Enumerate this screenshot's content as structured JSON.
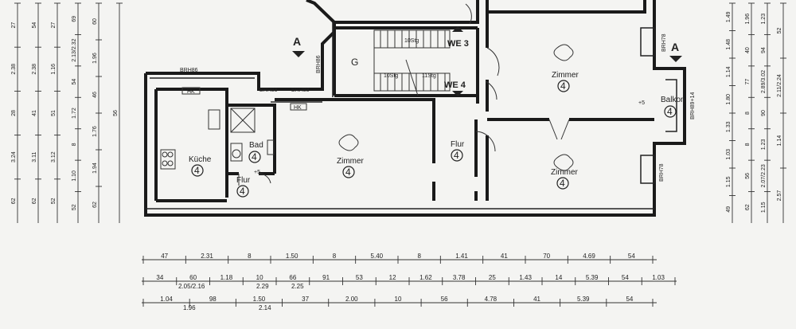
{
  "rooms": {
    "kueche": {
      "label": "Küche",
      "num": "4"
    },
    "bad": {
      "label": "Bad",
      "num": "4"
    },
    "flur_left": {
      "label": "Flur",
      "num": "4"
    },
    "zimmer_main": {
      "label": "Zimmer",
      "num": "4"
    },
    "flur_mid": {
      "label": "Flur",
      "num": "4"
    },
    "zimmer_top_right": {
      "label": "Zimmer",
      "num": "4"
    },
    "zimmer_bottom_right": {
      "label": "Zimmer",
      "num": "4"
    },
    "balkon": {
      "label": "Balkon",
      "num": "4"
    },
    "stair": {
      "label": "G"
    }
  },
  "unit_labels": {
    "we3": "WE 3",
    "we4": "WE 4"
  },
  "section_marks": {
    "left": "A",
    "right": "A"
  },
  "annotations": {
    "brh86_top": "BRH86",
    "brh86_vert": "BRH86",
    "brh88_a": "BRH88",
    "brh88_b": "BRH88",
    "brh78_top": "BRH78",
    "brh78_bottom": "BRH78",
    "brh89_14": "BRH89+14",
    "stair_top": "10Stg",
    "stair_bottom_a": "10Stg",
    "stair_bottom_b": "11Stg",
    "hk_kitchen": "HK",
    "hk_bath": "HK",
    "level_bad": "+5",
    "level_right": "+5"
  },
  "dims_row1": [
    "47",
    "2.31",
    "8",
    "1.50",
    "8",
    "5.40",
    "8",
    "1.41",
    "41",
    "70",
    "4.69",
    "54"
  ],
  "dims_row2": [
    "34",
    "60",
    "1.18",
    "10",
    "66",
    "91",
    "53",
    "12",
    "1.62",
    "3.78",
    "25",
    "1.43",
    "14",
    "5.39",
    "54",
    "1.03"
  ],
  "dims_row2_sub": [
    "2.05/2.16",
    "2.29",
    "2.25"
  ],
  "dims_row3": [
    "1.04",
    "98",
    "1.50",
    "37",
    "2.00",
    "10",
    "56",
    "4.78",
    "41",
    "5.39",
    "54"
  ],
  "dims_row3_sub": [
    "1.96",
    "2.14"
  ],
  "left_col1": [
    "27",
    "2.38",
    "28",
    "3.24",
    "62"
  ],
  "left_col2": [
    "54",
    "2.38",
    "41",
    "3.11",
    "62"
  ],
  "left_col3": [
    "27",
    "1.16",
    "51",
    "3.12",
    "52"
  ],
  "left_col4": [
    "69",
    "2.13/2.32",
    "54",
    "1.72",
    "8",
    "1.10",
    "52"
  ],
  "left_col5": [
    "60",
    "1.96",
    "46",
    "1.76",
    "1.94",
    "62"
  ],
  "left_col6": [
    "56"
  ],
  "right_col1": [
    "1.49",
    "1.48",
    "1.14",
    "1.80",
    "1.33",
    "1.03",
    "1.15",
    "49"
  ],
  "right_col2": [
    "1.96",
    "40",
    "77",
    "8",
    "8",
    "56",
    "62"
  ],
  "right_col3": [
    "1.23",
    "94",
    "2.89/3.02",
    "90",
    "1.23",
    "2.07/2.23",
    "1.15"
  ],
  "right_col4": [
    "52",
    "2.11/2.24",
    "1.14",
    "2.57"
  ]
}
